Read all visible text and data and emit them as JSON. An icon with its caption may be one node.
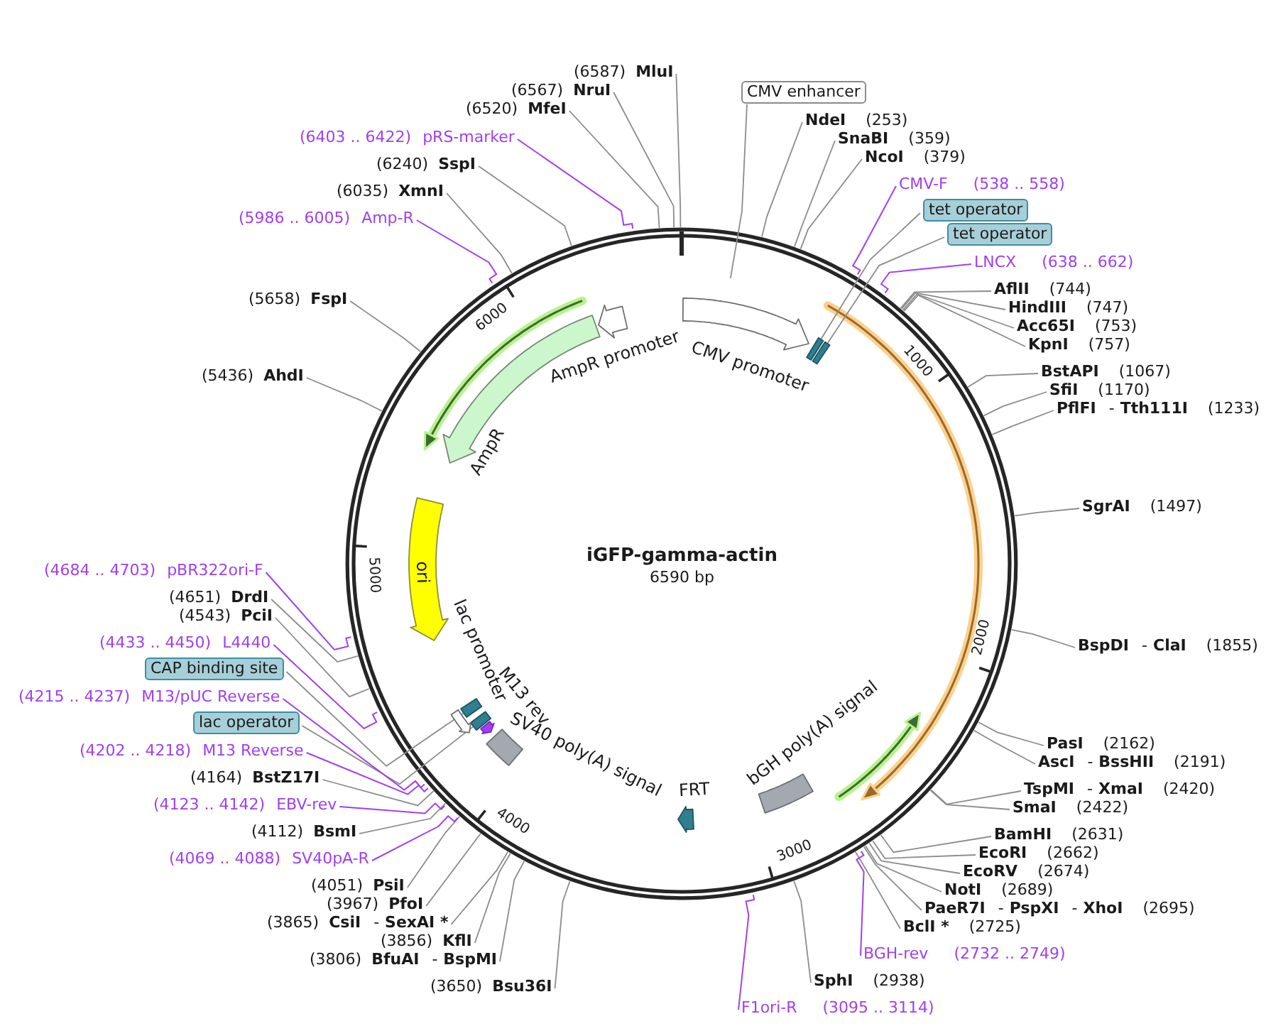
{
  "diagram": {
    "title": "iGFP-gamma-actin",
    "nodes": [
      {
        "text": [
          "CMV enhancer"
        ]
      },
      {
        "text": [
          "NdeI",
          "(253)"
        ]
      },
      {
        "text": [
          "SnaBI",
          "(359)"
        ]
      },
      {
        "text": [
          "NcoI",
          "(379)"
        ]
      },
      {
        "text": [
          "CMV-F",
          "(538 .. 558)"
        ]
      },
      {
        "text": [
          "tet operator"
        ]
      },
      {
        "text": [
          "tet operator"
        ]
      },
      {
        "text": [
          "LNCX",
          "(638 .. 662)"
        ]
      },
      {
        "text": [
          "AflII",
          "(744)"
        ]
      },
      {
        "text": [
          "HindIII",
          "(747)"
        ]
      },
      {
        "text": [
          "Acc65I",
          "(753)"
        ]
      },
      {
        "text": [
          "KpnI",
          "(757)"
        ]
      },
      {
        "text": [
          "BstAPI",
          "(1067)"
        ]
      },
      {
        "text": [
          "SfiI",
          "(1170)"
        ]
      },
      {
        "text": [
          "PflFI",
          "-",
          "Tth111I",
          "(1233)"
        ]
      },
      {
        "text": [
          "SgrAI",
          "(1497)"
        ]
      },
      {
        "text": [
          "BspDI",
          "-",
          "ClaI",
          "(1855)"
        ]
      },
      {
        "text": [
          "PasI",
          "(2162)"
        ]
      },
      {
        "text": [
          "AscI",
          "-",
          "BssHII",
          "(2191)"
        ]
      },
      {
        "text": [
          "TspMI",
          "-",
          "XmaI",
          "(2420)"
        ]
      },
      {
        "text": [
          "SmaI",
          "(2422)"
        ]
      },
      {
        "text": [
          "BamHI",
          "(2631)"
        ]
      },
      {
        "text": [
          "EcoRI",
          "(2662)"
        ]
      },
      {
        "text": [
          "EcoRV",
          "(2674)"
        ]
      },
      {
        "text": [
          "NotI",
          "(2689)"
        ]
      },
      {
        "text": [
          "PaeR7I",
          "-",
          "PspXI",
          "-",
          "XhoI",
          "(2695)"
        ]
      },
      {
        "text": [
          "BclI *",
          "(2725)"
        ]
      },
      {
        "text": [
          "BGH-rev",
          "(2732 .. 2749)"
        ]
      },
      {
        "text": [
          "SphI",
          "(2938)"
        ]
      },
      {
        "text": [
          "F1ori-R",
          "(3095 .. 3114)"
        ]
      },
      {
        "text": [
          "(3650)",
          "Bsu36I"
        ]
      },
      {
        "text": [
          "(3806)",
          "BfuAI",
          "-",
          "BspMI"
        ]
      },
      {
        "text": [
          "(3856)",
          "KflI"
        ]
      },
      {
        "text": [
          "(3865)",
          "CsiI",
          "-",
          "SexAI *"
        ]
      },
      {
        "text": [
          "(3967)",
          "PfoI"
        ]
      },
      {
        "text": [
          "(4051)",
          "PsiI"
        ]
      },
      {
        "text": [
          "(4069 .. 4088)",
          "SV40pA-R"
        ]
      },
      {
        "text": [
          "(4112)",
          "BsmI"
        ]
      },
      {
        "text": [
          "(4123 .. 4142)",
          "EBV-rev"
        ]
      },
      {
        "text": [
          "(4164)",
          "BstZ17I"
        ]
      },
      {
        "text": [
          "(4202 .. 4218)",
          "M13 Reverse"
        ]
      },
      {
        "text": [
          "lac operator"
        ]
      },
      {
        "text": [
          "(4215 .. 4237)",
          "M13/pUC Reverse"
        ]
      },
      {
        "text": [
          "CAP binding site"
        ]
      },
      {
        "text": [
          "(4433 .. 4450)",
          "L4440"
        ]
      },
      {
        "text": [
          "(4543)",
          "PciI"
        ]
      },
      {
        "text": [
          "(4651)",
          "DrdI"
        ]
      },
      {
        "text": [
          "(4684 .. 4703)",
          "pBR322ori-F"
        ]
      },
      {
        "text": [
          "(5436)",
          "AhdI"
        ]
      },
      {
        "text": [
          "(5658)",
          "FspI"
        ]
      },
      {
        "text": [
          "(5986 .. 6005)",
          "Amp-R"
        ]
      },
      {
        "text": [
          "(6035)",
          "XmnI"
        ]
      },
      {
        "text": [
          "(6240)",
          "SspI"
        ]
      },
      {
        "text": [
          "(6403 .. 6422)",
          "pRS-marker"
        ]
      },
      {
        "text": [
          "(6520)",
          "MfeI"
        ]
      },
      {
        "text": [
          "(6567)",
          "NruI"
        ]
      },
      {
        "text": [
          "(6587)",
          "MluI"
        ]
      },
      {
        "text": [
          "CMV promoter"
        ]
      },
      {
        "text": [],
        "shape": "box"
      },
      {
        "text": [],
        "shape": "box"
      },
      {
        "text": [
          "bGH poly(A) signal"
        ]
      },
      {
        "text": [
          "FRT"
        ]
      },
      {
        "text": [
          "SV40 poly(A) signal"
        ]
      },
      {
        "text": [
          "M13 rev"
        ]
      },
      {
        "text": [],
        "shape": "box"
      },
      {
        "text": [
          "lac promoter"
        ]
      },
      {
        "text": [],
        "shape": "box"
      },
      {
        "text": [
          "ori"
        ]
      },
      {
        "text": [
          "AmpR"
        ]
      },
      {
        "text": [
          "AmpR promoter"
        ]
      }
    ],
    "edges": [
      {
        "from": 0,
        "to": null,
        "arrow": "none"
      },
      {
        "from": 1,
        "to": null,
        "arrow": "none"
      },
      {
        "from": 2,
        "to": null,
        "arrow": "none"
      },
      {
        "from": 3,
        "to": null,
        "arrow": "none"
      },
      {
        "from": 4,
        "to": null,
        "arrow": "none",
        "color": "#a040f0"
      },
      {
        "from": 5,
        "to": 58,
        "arrow": "none"
      },
      {
        "from": 6,
        "to": 59,
        "arrow": "none"
      },
      {
        "from": 7,
        "to": null,
        "arrow": "none",
        "color": "#a040f0"
      },
      {
        "from": 8,
        "to": null,
        "arrow": "none"
      },
      {
        "from": 9,
        "to": null,
        "arrow": "none"
      },
      {
        "from": 10,
        "to": null,
        "arrow": "none"
      },
      {
        "from": 11,
        "to": null,
        "arrow": "none"
      },
      {
        "from": 12,
        "to": null,
        "arrow": "none"
      },
      {
        "from": 13,
        "to": null,
        "arrow": "none"
      },
      {
        "from": 14,
        "to": null,
        "arrow": "none"
      },
      {
        "from": 15,
        "to": null,
        "arrow": "none"
      },
      {
        "from": 16,
        "to": null,
        "arrow": "none"
      },
      {
        "from": 17,
        "to": null,
        "arrow": "none"
      },
      {
        "from": 18,
        "to": null,
        "arrow": "none"
      },
      {
        "from": 19,
        "to": null,
        "arrow": "none"
      },
      {
        "from": 20,
        "to": null,
        "arrow": "none"
      },
      {
        "from": 21,
        "to": null,
        "arrow": "none"
      },
      {
        "from": 22,
        "to": null,
        "arrow": "none"
      },
      {
        "from": 23,
        "to": null,
        "arrow": "none"
      },
      {
        "from": 24,
        "to": null,
        "arrow": "none"
      },
      {
        "from": 25,
        "to": null,
        "arrow": "none"
      },
      {
        "from": 26,
        "to": null,
        "arrow": "none"
      },
      {
        "from": 27,
        "to": null,
        "arrow": "none",
        "color": "#a040f0"
      },
      {
        "from": 28,
        "to": null,
        "arrow": "none"
      },
      {
        "from": 29,
        "to": null,
        "arrow": "none",
        "color": "#a040f0"
      },
      {
        "from": 30,
        "to": null,
        "arrow": "none"
      },
      {
        "from": 31,
        "to": null,
        "arrow": "none"
      },
      {
        "from": 32,
        "to": null,
        "arrow": "none"
      },
      {
        "from": 33,
        "to": null,
        "arrow": "none"
      },
      {
        "from": 34,
        "to": null,
        "arrow": "none"
      },
      {
        "from": 35,
        "to": null,
        "arrow": "none"
      },
      {
        "from": 36,
        "to": null,
        "arrow": "none",
        "color": "#a040f0"
      },
      {
        "from": 37,
        "to": null,
        "arrow": "none"
      },
      {
        "from": 38,
        "to": null,
        "arrow": "none",
        "color": "#a040f0"
      },
      {
        "from": 39,
        "to": null,
        "arrow": "none"
      },
      {
        "from": 40,
        "to": null,
        "arrow": "none",
        "color": "#a040f0"
      },
      {
        "from": 41,
        "to": 64,
        "arrow": "none"
      },
      {
        "from": 42,
        "to": null,
        "arrow": "none",
        "color": "#a040f0"
      },
      {
        "from": 43,
        "to": 66,
        "arrow": "none"
      },
      {
        "from": 44,
        "to": null,
        "arrow": "none",
        "color": "#a040f0"
      },
      {
        "from": 45,
        "to": null,
        "arrow": "none"
      },
      {
        "from": 46,
        "to": null,
        "arrow": "none"
      },
      {
        "from": 47,
        "to": null,
        "arrow": "none",
        "color": "#a040f0"
      },
      {
        "from": 48,
        "to": null,
        "arrow": "none"
      },
      {
        "from": 49,
        "to": null,
        "arrow": "none"
      },
      {
        "from": 50,
        "to": null,
        "arrow": "none",
        "color": "#a040f0"
      },
      {
        "from": 51,
        "to": null,
        "arrow": "none"
      },
      {
        "from": 52,
        "to": null,
        "arrow": "none"
      },
      {
        "from": 53,
        "to": null,
        "arrow": "none",
        "color": "#a040f0"
      },
      {
        "from": 54,
        "to": null,
        "arrow": "none"
      },
      {
        "from": 55,
        "to": null,
        "arrow": "none"
      },
      {
        "from": 56,
        "to": null,
        "arrow": "none"
      }
    ],
    "labels": [
      "6590 bp",
      "1000",
      "2000",
      "3000",
      "4000",
      "5000",
      "6000"
    ]
  }
}
